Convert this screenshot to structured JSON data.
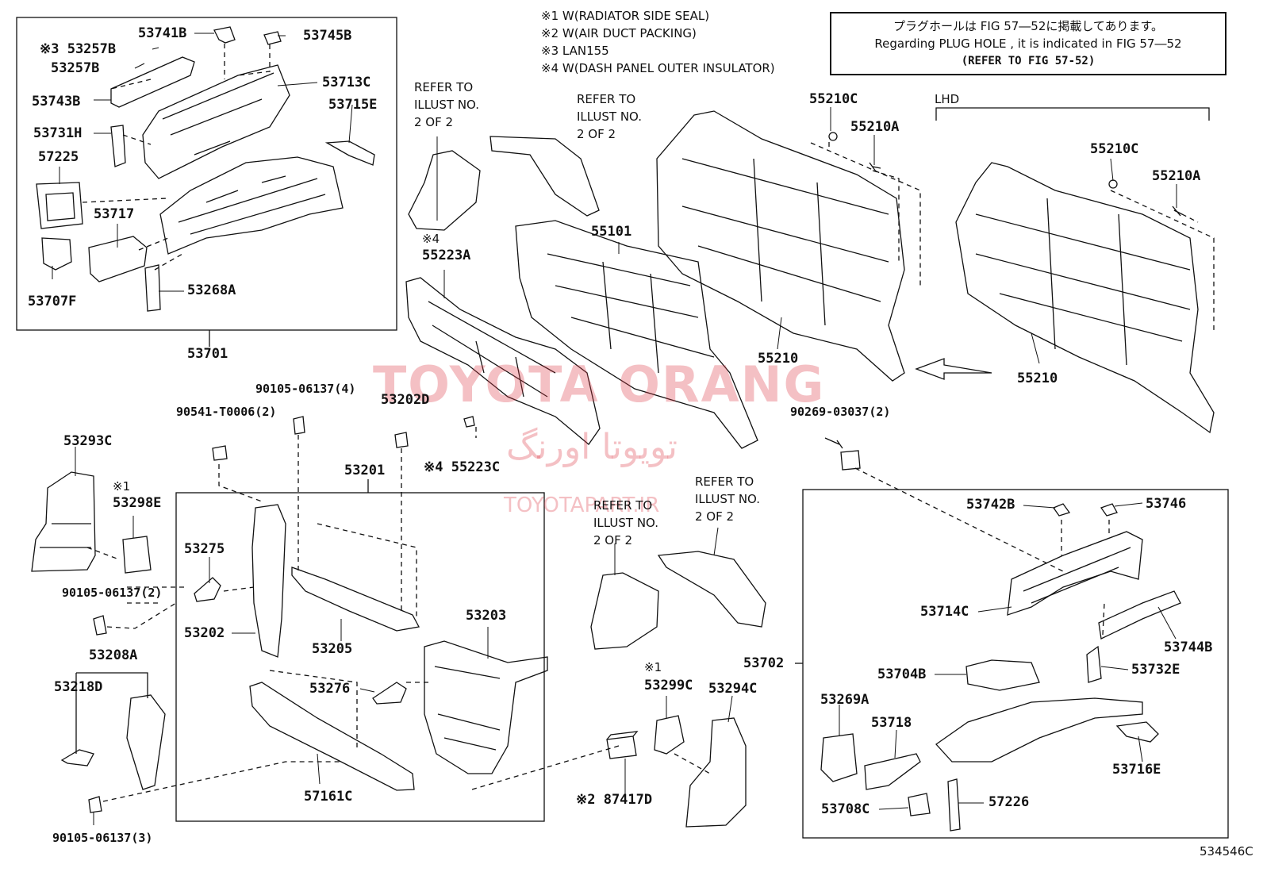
{
  "notes": {
    "n1": "※1 W(RADIATOR SIDE SEAL)",
    "n2": "※2 W(AIR DUCT PACKING)",
    "n3": "※3 LAN155",
    "n4": "※4 W(DASH PANEL OUTER INSULATOR)"
  },
  "info_box": {
    "line_jp": "プラグホールは FIG 57―52に掲載してあります。",
    "line_en": "Regarding  PLUG  HOLE , it is indicated in FIG  57―52",
    "line_ref": "(REFER TO FIG 57-52)"
  },
  "lhd": "LHD",
  "refer_texts": {
    "r1": "REFER TO\nILLUST NO.\n2 OF 2",
    "r2": "REFER TO\nILLUST NO.\n2 OF 2",
    "r3": "REFER TO\nILLUST NO.\n2 OF 2",
    "r4": "REFER TO\nILLUST NO.\n2 OF 2"
  },
  "watermark": {
    "main": "TOYOTA ORANG",
    "arabic": "تویوتا اورنگ",
    "url": "TOYOTAPART.IR"
  },
  "figure_id": "534546C",
  "parts": {
    "p53741B": "53741B",
    "p53745B": "53745B",
    "p53257B_a": "※3 53257B",
    "p53257B_b": "53257B",
    "p53713C": "53713C",
    "p53743B": "53743B",
    "p53715E": "53715E",
    "p53731H": "53731H",
    "p57225": "57225",
    "p53717": "53717",
    "p53707F": "53707F",
    "p53268A": "53268A",
    "p53701": "53701",
    "p55223A_note": "※4",
    "p55223A": "55223A",
    "p55101": "55101",
    "p55210C_a": "55210C",
    "p55210A_a": "55210A",
    "p55210_a": "55210",
    "p55210C_b": "55210C",
    "p55210A_b": "55210A",
    "p55210_b": "55210",
    "p90105_4": "90105-06137(4)",
    "p90541": "90541-T0006(2)",
    "p53202D": "53202D",
    "p55223C": "※4 55223C",
    "p90269": "90269-03037(2)",
    "p53293C": "53293C",
    "p53298E_note": "※1",
    "p53298E": "53298E",
    "p53201": "53201",
    "p53275": "53275",
    "p90105_2": "90105-06137(2)",
    "p53202": "53202",
    "p53205": "53205",
    "p53203": "53203",
    "p53276": "53276",
    "p53208A": "53208A",
    "p53218D": "53218D",
    "p57161C": "57161C",
    "p90105_3": "90105-06137(3)",
    "p87417D": "※2 87417D",
    "p53299C_note": "※1",
    "p53299C": "53299C",
    "p53294C": "53294C",
    "p53742B": "53742B",
    "p53746": "53746",
    "p53714C": "53714C",
    "p53744B": "53744B",
    "p53704B": "53704B",
    "p53732E": "53732E",
    "p53702": "53702",
    "p53269A": "53269A",
    "p53718": "53718",
    "p53716E": "53716E",
    "p53708C": "53708C",
    "p57226": "57226"
  }
}
